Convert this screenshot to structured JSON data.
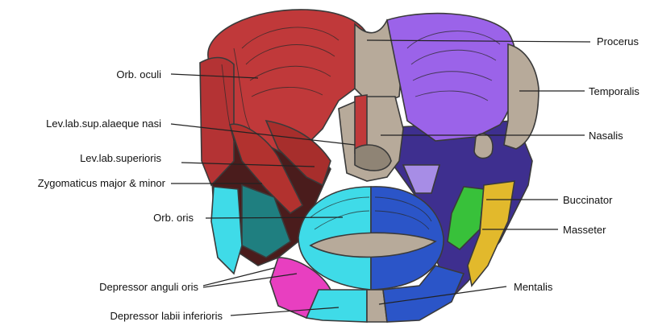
{
  "labels": {
    "procerus": "Procerus",
    "temporalis": "Temporalis",
    "nasalis": "Nasalis",
    "buccinator": "Buccinator",
    "masseter": "Masseter",
    "mentalis": "Mentalis",
    "orb_oculi": "Orb. oculi",
    "lev_lab_sup_alaeque_nasi": "Lev.lab.sup.alaeque nasi",
    "lev_lab_superioris": "Lev.lab.superioris",
    "zygomaticus": "Zygomaticus major & minor",
    "orb_oris": "Orb. oris",
    "depressor_anguli_oris": "Depressor anguli oris",
    "depressor_labii_inferioris": "Depressor labii inferioris"
  },
  "colors": {
    "orb_oculi_red": "#c0393a",
    "procerus_bone": "#b7aa9a",
    "orb_oculi_purple": "#9b63e9",
    "dark_purple": "#3e2f8f",
    "orb_oris_cyan": "#3fdbe8",
    "orb_oris_blue": "#2b55c8",
    "teal": "#1f7f80",
    "magenta": "#e83fc0",
    "buccinator_green": "#38c13a",
    "masseter_yellow": "#e2b92c",
    "nasalis_lilac": "#a78de6"
  }
}
